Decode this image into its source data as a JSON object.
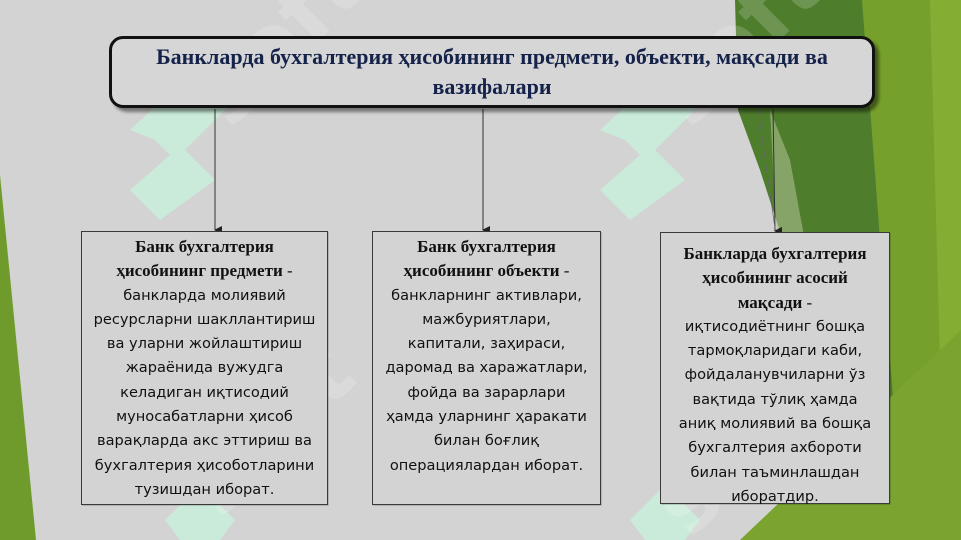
{
  "slide": {
    "title": "Банкларда бухгалтерия ҳисобининг предмети, объекти, мақсади ва вазифалари",
    "colors": {
      "background": "#d3d3d3",
      "title_text": "#15224a",
      "accent_green_dark": "#4a7a2e",
      "accent_green_light": "#7ba22e",
      "box_border": "#111111"
    }
  },
  "cards": [
    {
      "lead_lines": [
        "Банк  бухгалтерия",
        "ҳисобининг предмети"
      ],
      "dash": " -",
      "body_lines": [
        "банкларда молиявий",
        "ресурсларни шакллантириш",
        "ва уларни жойлаштириш",
        "жараёнида  вужудга",
        "келадиган  иқтисодий",
        "муносабатларни  ҳисоб",
        "варақларда акс  эттириш  ва",
        "бухгалтерия  ҳисоботларини",
        "тузишдан  иборат."
      ]
    },
    {
      "lead_lines": [
        "Банк бухгалтерия",
        "ҳисобининг объекти"
      ],
      "dash": " -",
      "body_lines": [
        "банкларнинг  активлари,",
        "мажбуриятлари,",
        "капитали,  заҳираси,",
        "даромад  ва харажатлари,",
        "фойда  ва  зарарлари",
        "ҳамда  уларнинг  ҳаракати",
        "билан  боғлиқ",
        "операциялардан иборат."
      ]
    },
    {
      "lead_lines": [
        "Банкларда  бухгалтерия",
        "ҳисобининг  асосий",
        "мақсади"
      ],
      "dash": " -",
      "body_lines": [
        "иқтисодиётнинг  бошқа",
        "тармоқларидаги  каби,",
        "фойдаланувчиларни  ўз",
        "вақтида  тўлиқ ҳамда",
        "аниқ  молиявий  ва  бошқа",
        "бухгалтерия  ахбороти",
        "билан таъминлашдан",
        "иборатдир."
      ]
    }
  ]
}
